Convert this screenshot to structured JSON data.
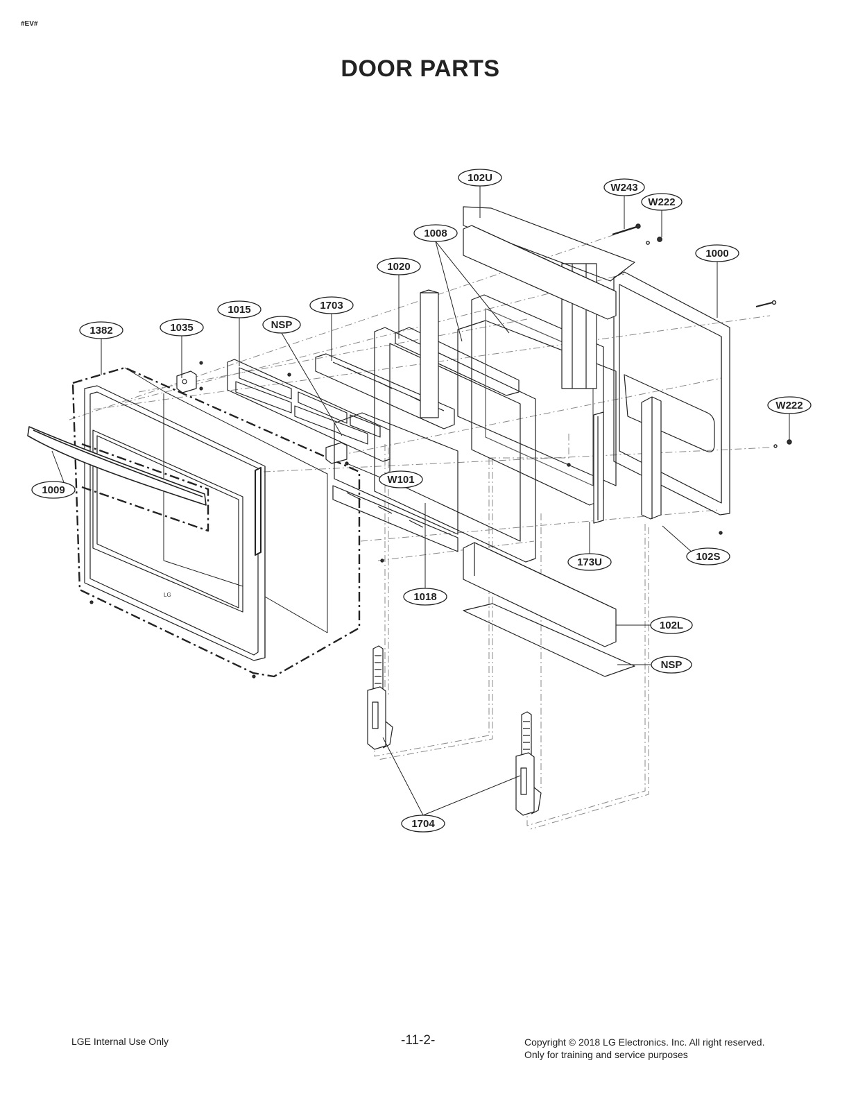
{
  "header": {
    "corner_code": "#EV#",
    "title": "DOOR PARTS"
  },
  "callouts": {
    "c102U": "102U",
    "cW243": "W243",
    "cW222a": "W222",
    "c1008": "1008",
    "c1000": "1000",
    "c1020": "1020",
    "c1703": "1703",
    "c1015": "1015",
    "cNSPa": "NSP",
    "c1035": "1035",
    "c1382": "1382",
    "cW222b": "W222",
    "cW101": "W101",
    "c1009": "1009",
    "c173U": "173U",
    "c102S": "102S",
    "c1018": "1018",
    "c102L": "102L",
    "cNSPb": "NSP",
    "c1704": "1704"
  },
  "footer": {
    "left": "LGE Internal Use Only",
    "page": "-11-2-",
    "copyright_line1": "Copyright © 2018 LG Electronics. Inc. All right reserved.",
    "copyright_line2": "Only for training and service purposes"
  }
}
